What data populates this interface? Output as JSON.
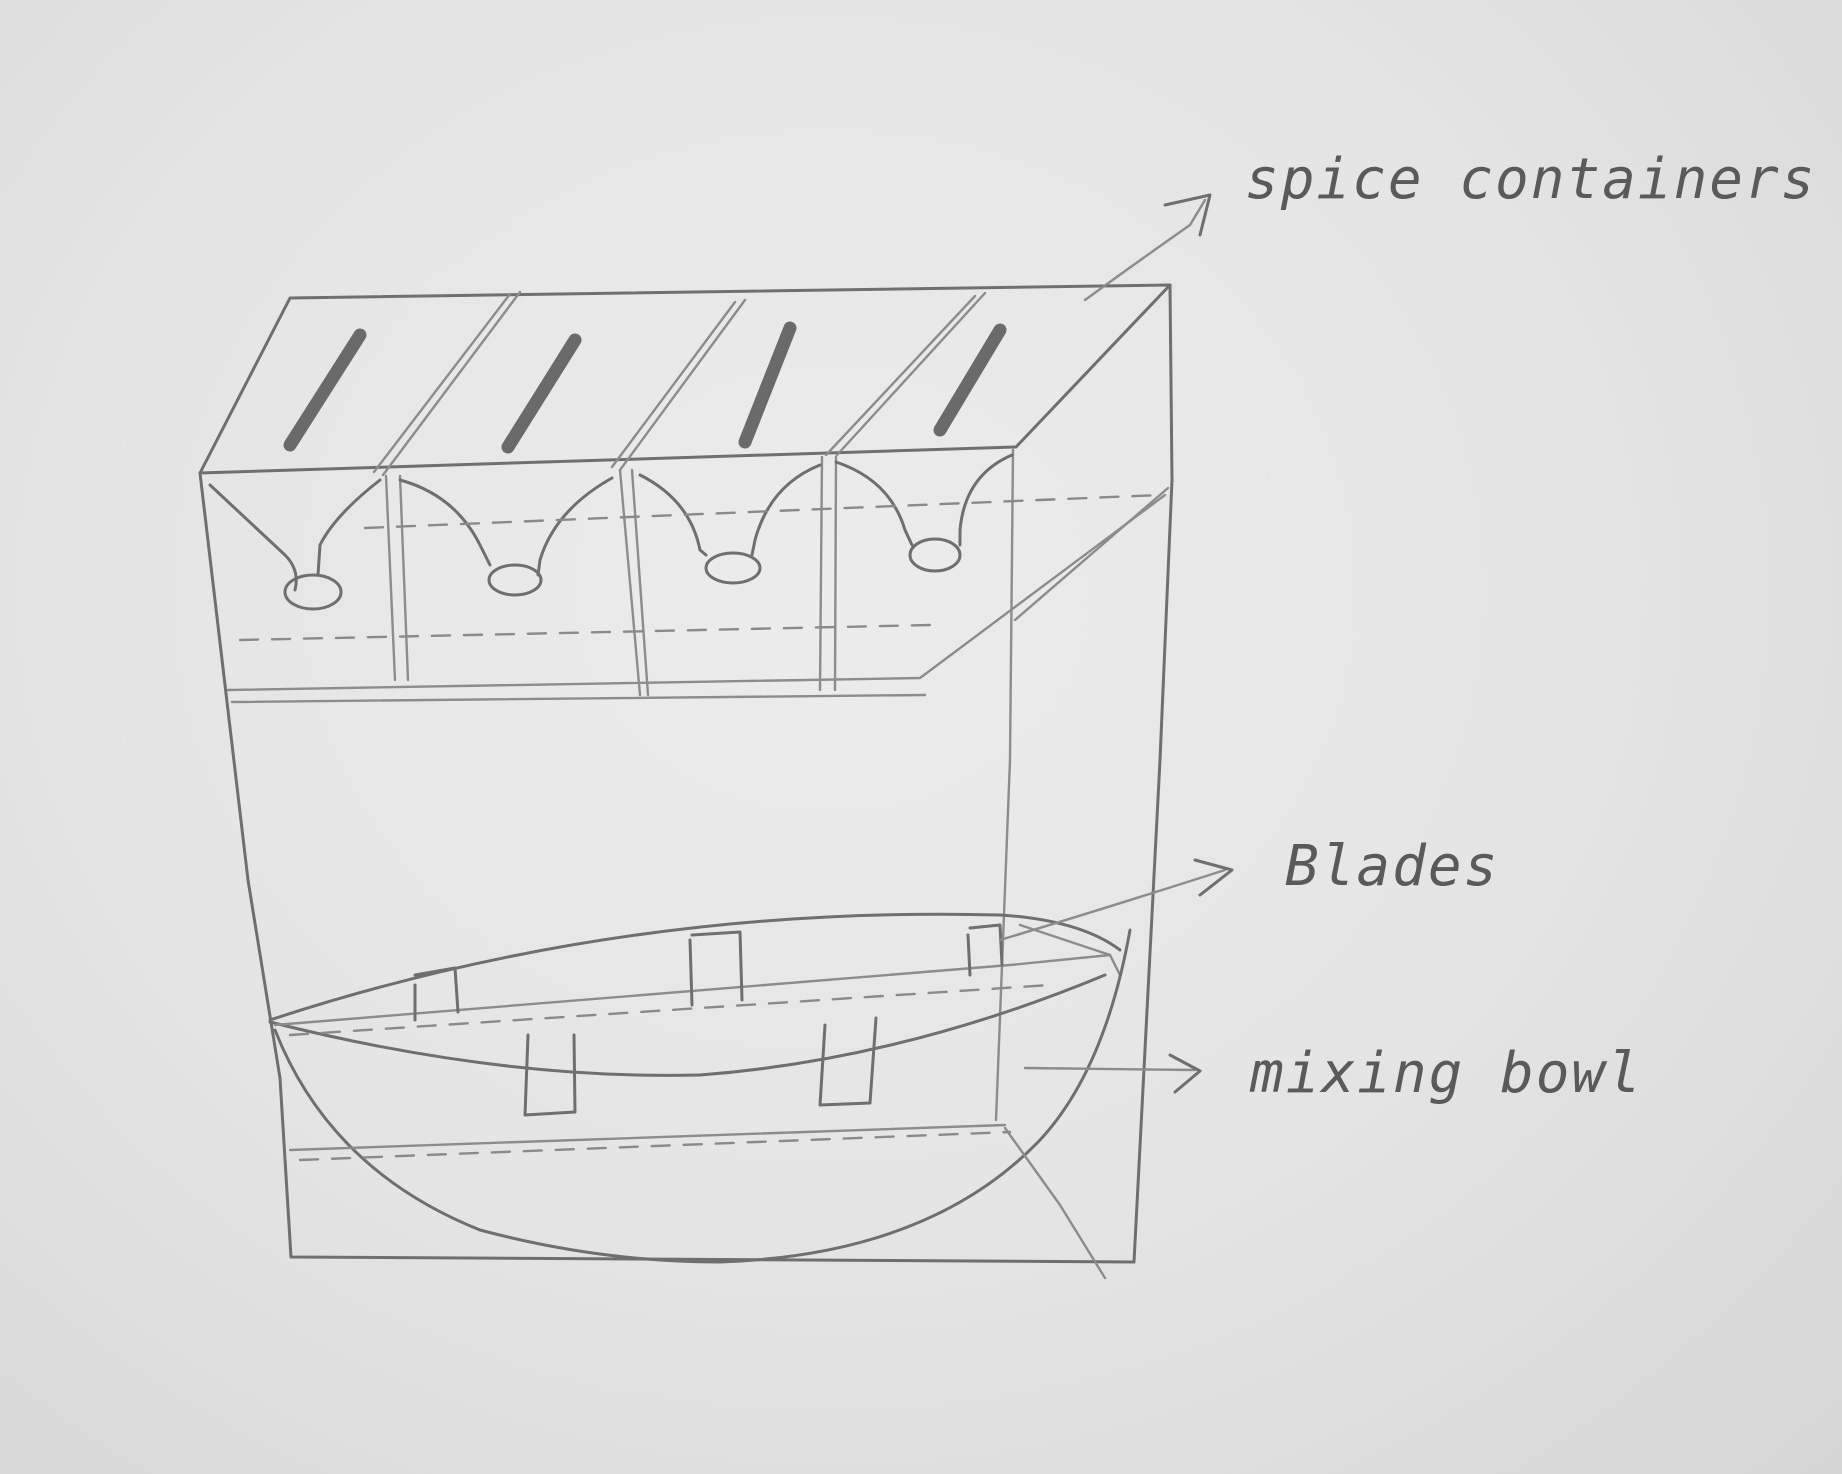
{
  "labels": {
    "spice_containers": "spice containers",
    "blades": "Blades",
    "mixing_bowl": "mixing bowl"
  },
  "colors": {
    "paper": "#e4e4e4",
    "pencil": "#6f6f6f"
  }
}
